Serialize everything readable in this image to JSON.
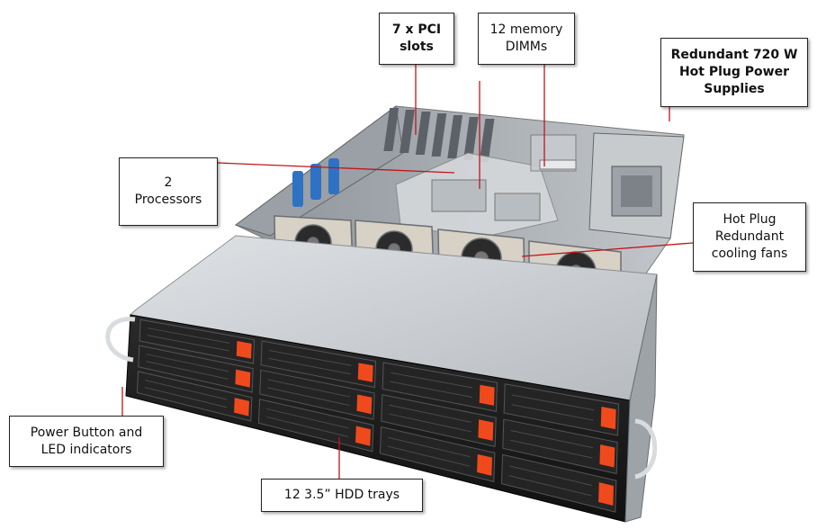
{
  "callouts": {
    "pci": "7 x PCI\nslots",
    "memory": "12 memory\nDIMMs",
    "psu": "Redundant 720 W\nHot Plug Power\nSupplies",
    "cpu": "2\nProcessors",
    "fans": "Hot Plug\nRedundant\ncooling fans",
    "power": "Power Button and\nLED indicators",
    "hdd": "12 3.5” HDD trays"
  },
  "colors": {
    "leader_line": "#c0151a",
    "tray_latch": "#f04a1c",
    "chassis_top": "#c9ccd0",
    "tray_face": "#1c1c1c"
  }
}
